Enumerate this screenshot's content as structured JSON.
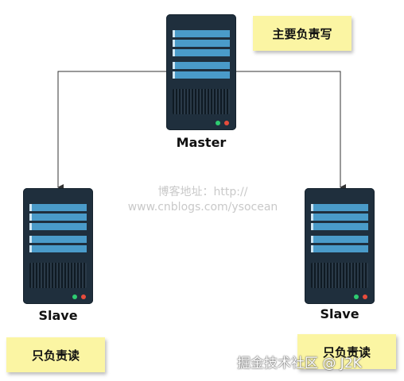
{
  "diagram": {
    "master": {
      "label": "Master",
      "note": "主要负责写"
    },
    "slave_left": {
      "label": "Slave",
      "note": "只负责读"
    },
    "slave_right": {
      "label": "Slave",
      "note": "只负责读"
    },
    "watermark": {
      "line1": "博客地址：http://",
      "line2": "www.cnblogs.com/ysocean"
    },
    "site_mark": "掘金技术社区 @ J2K"
  },
  "colors": {
    "server_body": "#1f2f3d",
    "panel": "#4a9bc9",
    "led_green": "#2ecc71",
    "led_red": "#e74c3c",
    "note_bg": "#fbf5a3",
    "line": "#333333"
  }
}
